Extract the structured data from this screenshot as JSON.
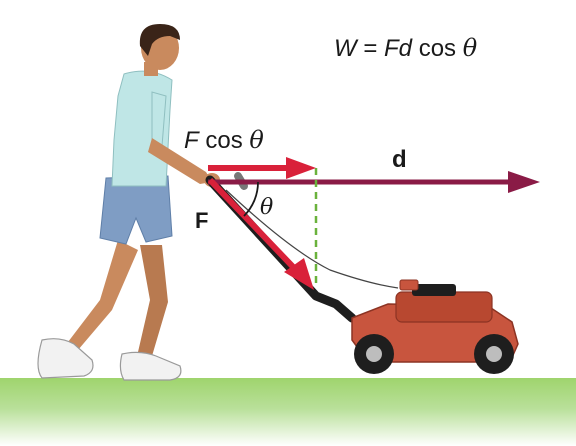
{
  "labels": {
    "equation": {
      "W": "W",
      "equals": " = ",
      "Fd": "Fd",
      "cos": " cos ",
      "theta": "θ"
    },
    "component": {
      "F": "F",
      "cos": " cos ",
      "theta": "θ"
    },
    "displacement": "d",
    "force": "F",
    "angle": "θ"
  },
  "colors": {
    "force_arrow": "#d9213a",
    "displacement_arrow": "#8a1b46",
    "dashed_line": "#6ab23c",
    "ground": "#8fca5f",
    "mower_body": "#c8553e",
    "handle": "#1e1e1e",
    "shirt": "#bfe6e6",
    "shorts": "#7f9dc4",
    "skin": "#c98a5e"
  }
}
